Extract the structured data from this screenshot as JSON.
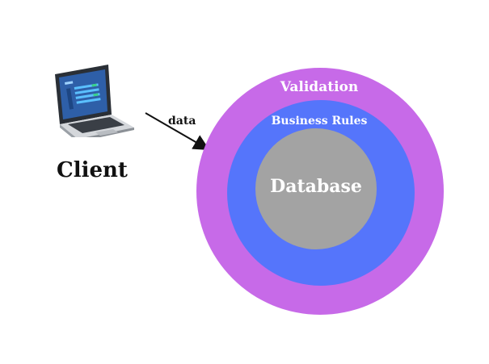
{
  "client": {
    "label": "Client",
    "icon": "laptop-icon"
  },
  "connector": {
    "label": "data"
  },
  "layers": {
    "outer": {
      "label": "Validation",
      "color": "#c76ae8"
    },
    "middle": {
      "label": "Business Rules",
      "color": "#5575fb"
    },
    "core": {
      "label": "Database",
      "color": "#a3a3a3"
    }
  }
}
